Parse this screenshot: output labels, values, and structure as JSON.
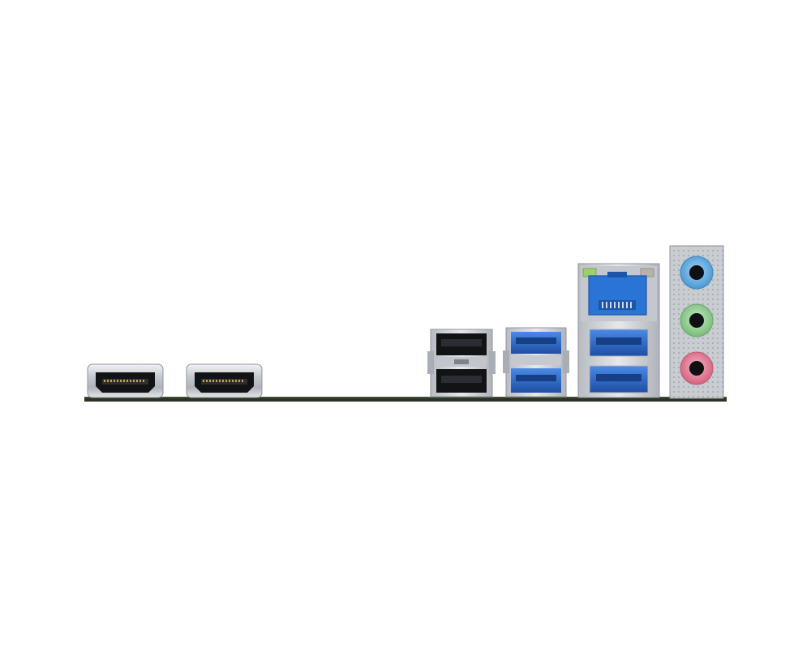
{
  "scene": {
    "subject": "motherboard-rear-io-panel",
    "background_color": "#ffffff"
  },
  "colors": {
    "pcb_green": "#2a3324",
    "metal_light": "#d7dadf",
    "metal_mid": "#b8bcc2",
    "metal_dark": "#8f949b",
    "connector_black": "#111315",
    "usb3_blue": "#2f6fd6",
    "usb3_blue_dark": "#1e4ea3",
    "rj45_blue": "#2a74d6",
    "audio_blue": "#6fb6ea",
    "audio_green": "#9ad29a",
    "audio_pink": "#e58aa3",
    "led_green": "#9bd06d",
    "led_amber": "#b9b2a8"
  },
  "icons": [
    "hdmi-port-icon",
    "usb2-port-icon",
    "usb3-port-icon",
    "rj45-lan-port-icon",
    "audio-jack-icon"
  ],
  "ports": {
    "hdmi": {
      "count": 2
    },
    "usb2": {
      "count": 2,
      "color": "black"
    },
    "usb3_stack_left": {
      "count": 2,
      "color": "blue"
    },
    "usb3_under_lan": {
      "count": 2,
      "color": "blue"
    },
    "lan": {
      "count": 1,
      "type": "RJ45"
    },
    "audio": {
      "count": 3,
      "colors": [
        "blue",
        "green",
        "pink"
      ]
    }
  }
}
